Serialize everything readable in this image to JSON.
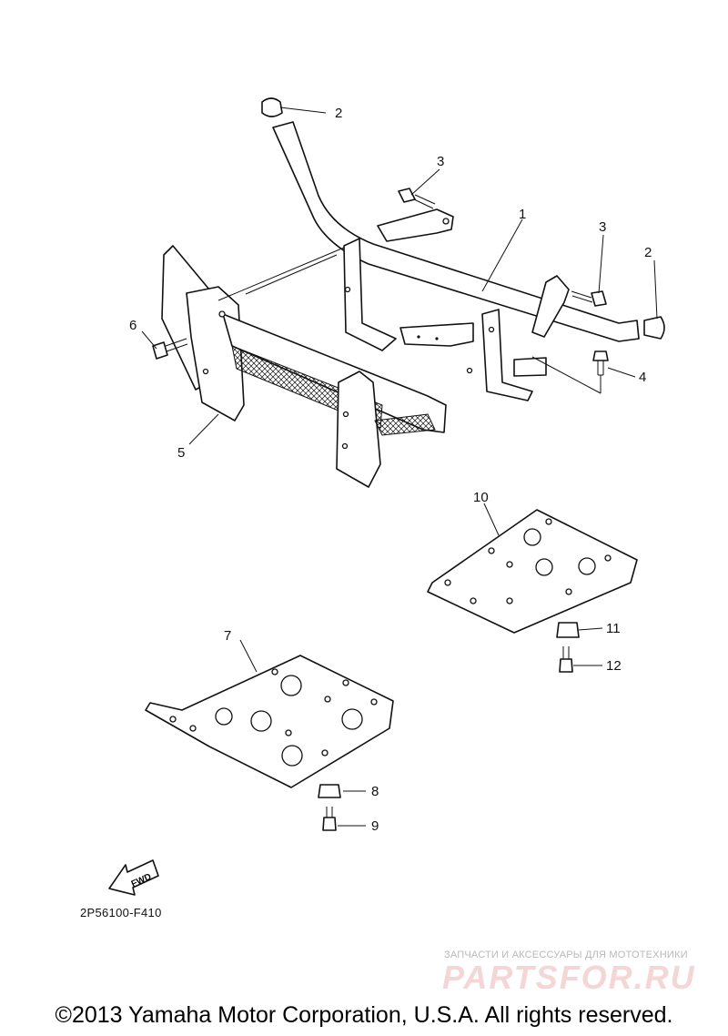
{
  "callouts": {
    "c1": "1",
    "c2a": "2",
    "c2b": "2",
    "c3a": "3",
    "c3b": "3",
    "c4": "4",
    "c5": "5",
    "c6": "6",
    "c7": "7",
    "c8": "8",
    "c9": "9",
    "c10": "10",
    "c11": "11",
    "c12": "12"
  },
  "fwd_label": "FWD",
  "diagram_code": "2P56100-F410",
  "watermark": {
    "line1": "ЗАПЧАСТИ И АКСЕССУАРЫ ДЛЯ МОТОТЕХНИКИ",
    "logo": "PARTSFOR.RU"
  },
  "copyright": "©2013 Yamaha Motor Corporation, U.S.A. All rights reserved.",
  "colors": {
    "line": "#111111",
    "watermark_logo": "#f5d6d6",
    "watermark_text": "#b9b9b9"
  }
}
